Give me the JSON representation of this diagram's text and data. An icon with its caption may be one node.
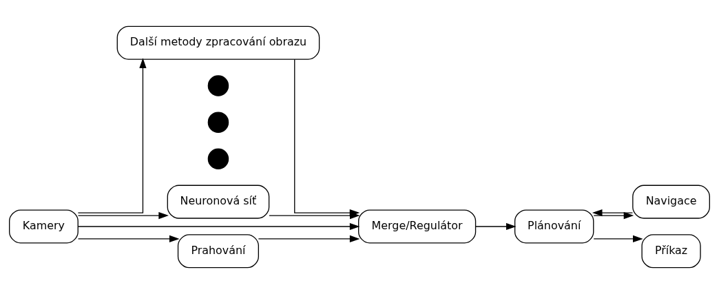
{
  "diagram": {
    "nodes": [
      {
        "text": [
          "Kamery"
        ]
      },
      {
        "text": [
          "Další metody zpracování obrazu"
        ]
      },
      {
        "text": [],
        "shape": "circle"
      },
      {
        "text": [],
        "shape": "circle"
      },
      {
        "text": [],
        "shape": "circle"
      },
      {
        "text": [
          "Neuronová síť"
        ]
      },
      {
        "text": [
          "Prahování"
        ]
      },
      {
        "text": [
          "Merge/Regulátor"
        ]
      },
      {
        "text": [
          "Plánování"
        ]
      },
      {
        "text": [
          "Navigace"
        ]
      },
      {
        "text": [
          "Příkaz"
        ]
      }
    ],
    "edges": [
      {
        "from": 0,
        "to": 1,
        "arrow": "to"
      },
      {
        "from": 0,
        "to": 5,
        "arrow": "to"
      },
      {
        "from": 0,
        "to": 6,
        "arrow": "to"
      },
      {
        "from": 0,
        "to": 7,
        "arrow": "to"
      },
      {
        "from": 1,
        "to": 7,
        "arrow": "to"
      },
      {
        "from": 5,
        "to": 7,
        "arrow": "to"
      },
      {
        "from": 6,
        "to": 7,
        "arrow": "to"
      },
      {
        "from": 7,
        "to": 8,
        "arrow": "to"
      },
      {
        "from": 8,
        "to": 10,
        "arrow": "to"
      },
      {
        "from": 8,
        "to": 9,
        "arrow": "to"
      },
      {
        "from": 9,
        "to": 8,
        "arrow": "to"
      }
    ]
  }
}
